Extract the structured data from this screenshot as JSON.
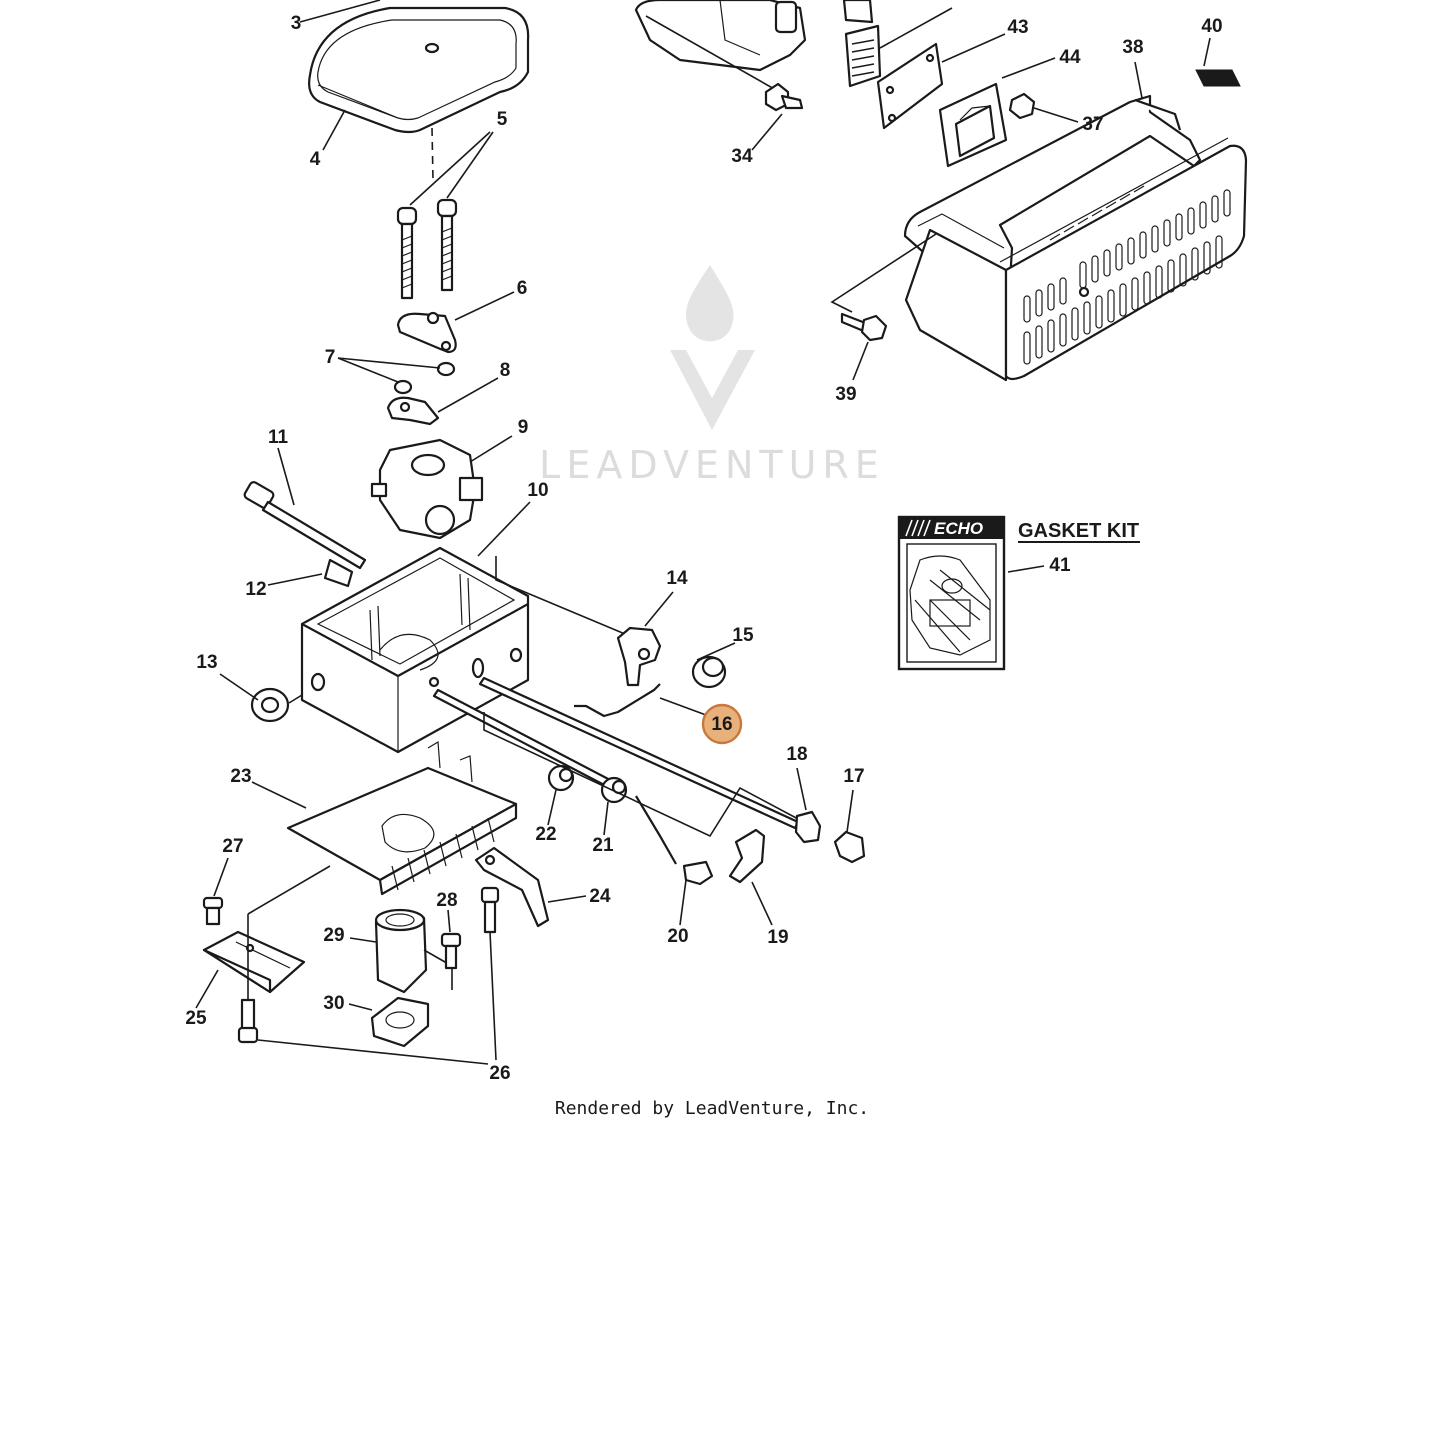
{
  "colors": {
    "line": "#1a1a1a",
    "highlight_fill": "#e8b07a",
    "highlight_stroke": "#c8783a",
    "watermark": "#dcdcdc"
  },
  "watermark": {
    "text": "LEADVENTURE"
  },
  "gasket_kit": {
    "brand": "ECHO",
    "title": "GASKET KIT"
  },
  "footer": {
    "text": "Rendered by LeadVenture, Inc."
  },
  "highlighted_callout": "16",
  "callouts": [
    "3",
    "4",
    "5",
    "6",
    "7",
    "8",
    "9",
    "10",
    "11",
    "12",
    "13",
    "14",
    "15",
    "16",
    "17",
    "18",
    "19",
    "20",
    "21",
    "22",
    "23",
    "24",
    "25",
    "26",
    "27",
    "28",
    "29",
    "30",
    "34",
    "37",
    "38",
    "39",
    "40",
    "41",
    "43",
    "44"
  ]
}
